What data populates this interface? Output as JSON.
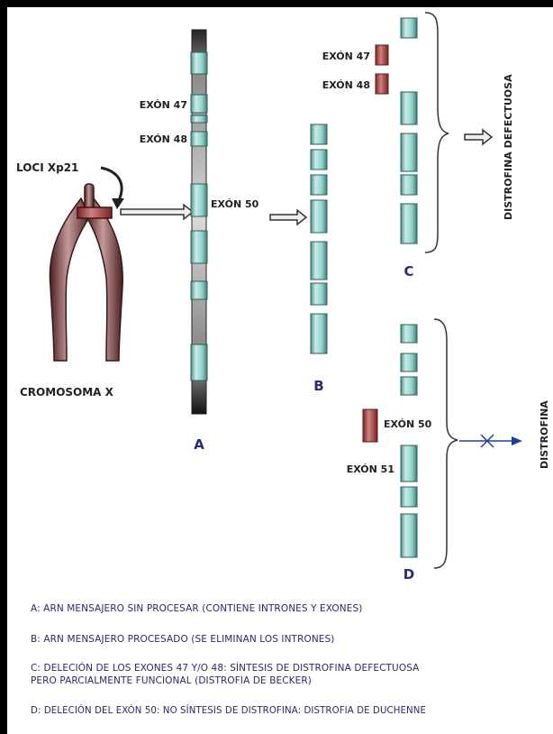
{
  "chromosome": {
    "loci_label": "LOCI Xp21",
    "name_label": "CROMOSOMA X"
  },
  "strand_a": {
    "letter": "A",
    "exon_47": "EXÓN 47",
    "exon_48": "EXÓN 48",
    "exon_50": "EXÓN 50"
  },
  "strand_b": {
    "letter": "B"
  },
  "panel_c": {
    "letter": "C",
    "exon_47": "EXÓN 47",
    "exon_48": "EXÓN 48",
    "result": "DISTROFINA DEFECTUOSA"
  },
  "panel_d": {
    "letter": "D",
    "exon_50": "EXÓN 50",
    "exon_51": "EXÓN 51",
    "result": "DISTROFINA"
  },
  "legend": {
    "a": "A: ARN MENSAJERO SIN PROCESAR (CONTIENE INTRONES Y EXONES)",
    "b": "B: ARN MENSAJERO PROCESADO (SE ELIMINAN LOS INTRONES)",
    "c_line1": "C: DELECIÓN DE LOS EXONES 47 Y/O 48: SÍNTESIS DE DISTROFINA DEFECTUOSA",
    "c_line2": "PERO PARCIALMENTE FUNCIONAL (DISTROFIA DE BECKER)",
    "d": "D: DELECIÓN DEL EXÓN 50: NO SÍNTESIS DE DISTROFINA: DISTROFIA DE DUCHENNE"
  },
  "colors": {
    "exon_fill": "#8fcfc8",
    "deleted_exon": "#9a3535",
    "chromosome": "#6b3434",
    "arrow_blue": "#1f3f9a",
    "letter_color": "#2a2a7a"
  }
}
